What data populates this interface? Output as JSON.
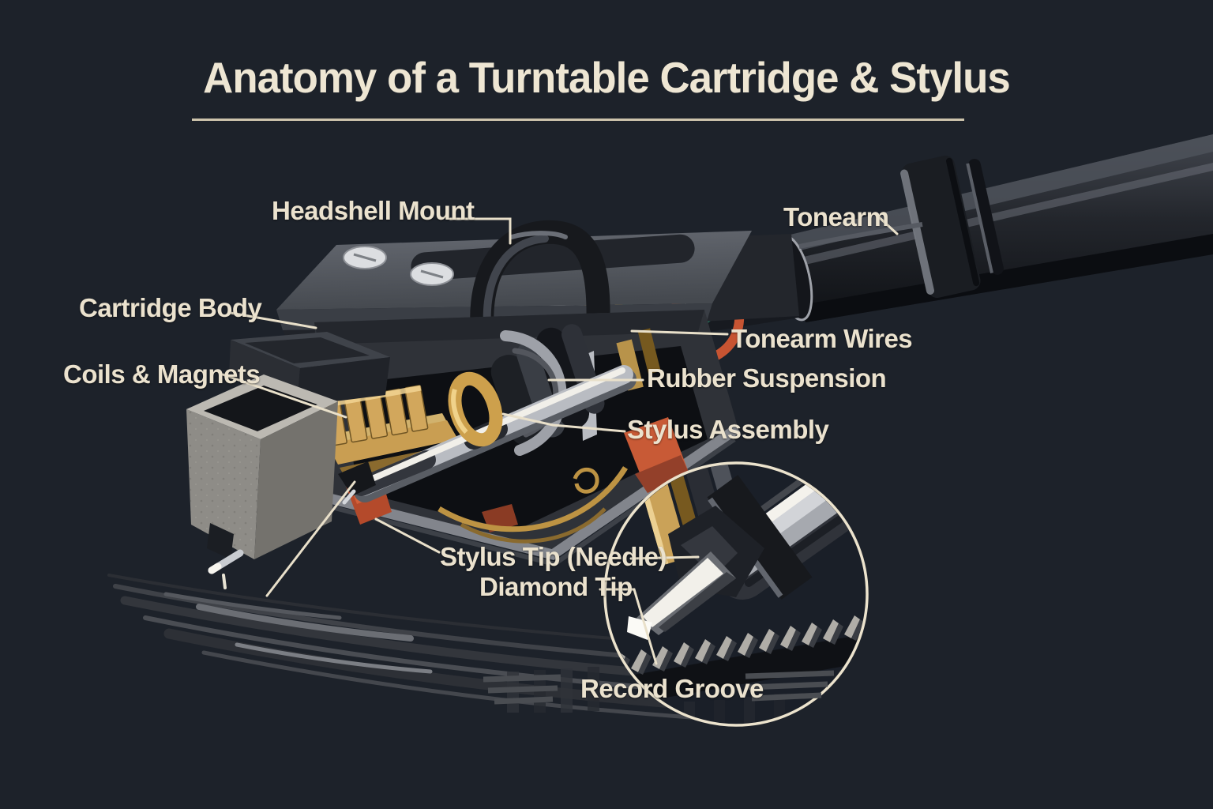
{
  "title": {
    "text": "Anatomy of a Turntable Cartridge & Stylus"
  },
  "labels": {
    "headshell_mount": "Headshell Mount",
    "cartridge_body": "Cartridge Body",
    "coils_magnets": "Coils & Magnets",
    "tonearm": "Tonearm",
    "tonearm_wires": "Tonearm Wires",
    "rubber_suspension": "Rubber Suspension",
    "stylus_assembly": "Stylus Assembly",
    "stylus_tip": "Stylus Tip (Needle)",
    "diamond_tip": "Diamond Tip",
    "record_groove": "Record Groove"
  },
  "palette": {
    "background": "#1d222a",
    "label_text": "#ebe2ce",
    "leader_line": "#e9e0ca",
    "title_underline": "#cdc4ac",
    "gold": "#cda14f",
    "orange_wire": "#c75432",
    "teal_wire": "#2f8069",
    "blue_wire": "#3a6c8e",
    "white_wire": "#f0e8d4",
    "silver_metal": "#c6c9ce",
    "body_gray": "#33363c"
  }
}
